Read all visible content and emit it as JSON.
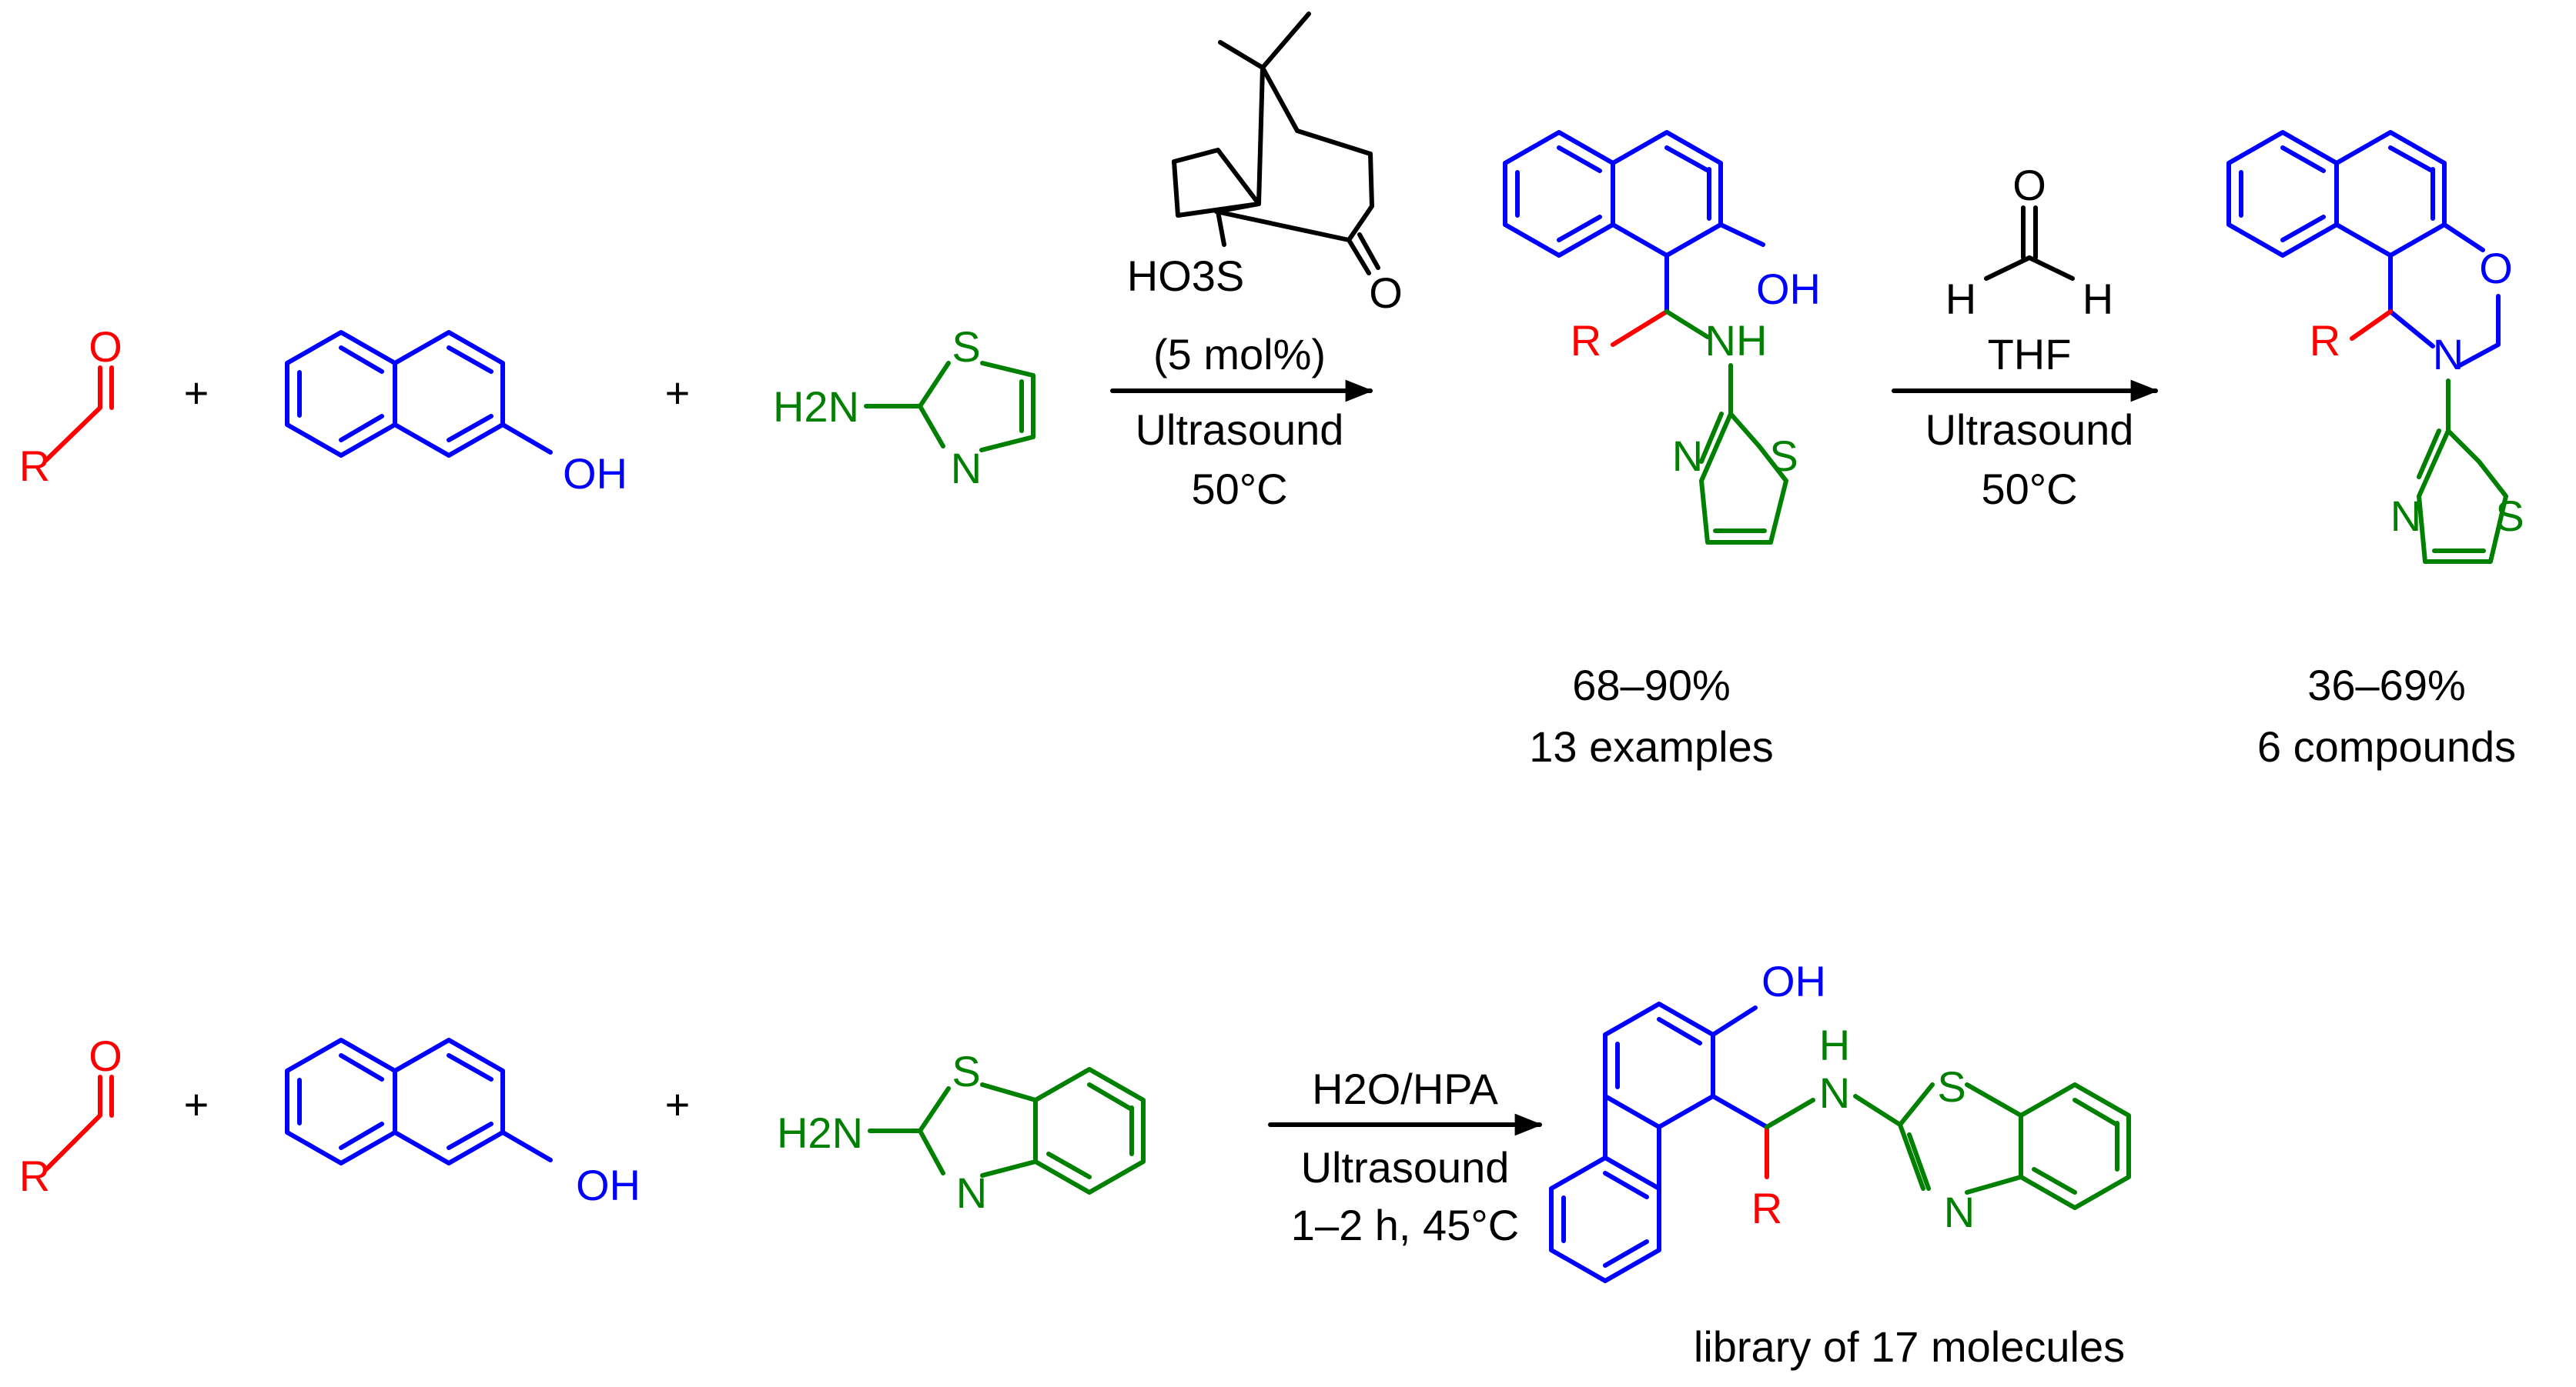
{
  "scheme": {
    "reaction1": {
      "plus_1": "+",
      "plus_2": "+",
      "aldehyde": {
        "o": "O",
        "r": "R"
      },
      "naphthol": {
        "oh": "OH"
      },
      "aminothiazole": {
        "h2n": "H2N",
        "s": "S",
        "n": "N"
      },
      "catalyst": {
        "ho3s": "HO3S",
        "o": "O"
      },
      "arrow1_conditions": [
        "(5 mol%)",
        "Ultrasound",
        "50°C"
      ],
      "product1": {
        "oh": "OH",
        "r": "R",
        "nh": "NH",
        "n": "N",
        "s": "S",
        "yield": "68–90%",
        "scope": "13 examples"
      },
      "formaldehyde": {
        "o": "O",
        "h_left": "H",
        "h_right": "H"
      },
      "arrow2_conditions": [
        "THF",
        "Ultrasound",
        "50°C"
      ],
      "product2": {
        "o": "O",
        "r": "R",
        "n": "N",
        "n_thiazole": "N",
        "s": "S",
        "yield": "36–69%",
        "scope": "6 compounds"
      }
    },
    "reaction2": {
      "plus_1": "+",
      "plus_2": "+",
      "aldehyde": {
        "o": "O",
        "r": "R"
      },
      "naphthol": {
        "oh": "OH"
      },
      "aminobenzothiazole": {
        "h2n": "H2N",
        "s": "S",
        "n": "N"
      },
      "arrow_conditions": [
        "H2O/HPA",
        "Ultrasound",
        "1–2 h, 45°C"
      ],
      "product": {
        "oh": "OH",
        "h": "H",
        "n": "N",
        "r": "R",
        "s": "S",
        "n_thiazole": "N",
        "caption": "library of 17 molecules"
      }
    }
  }
}
